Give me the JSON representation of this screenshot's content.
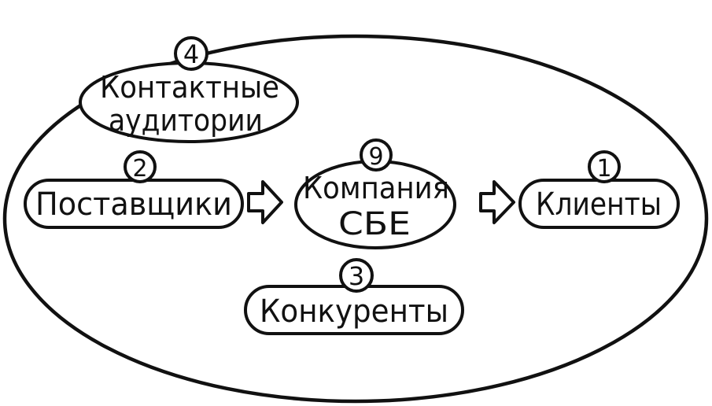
{
  "colors": {
    "ink": "#111111",
    "paper": "#ffffff"
  },
  "nodes": {
    "contact": {
      "number": "4",
      "line1": "Контактные",
      "line2": "аудитории"
    },
    "suppliers": {
      "number": "2",
      "label": "Поставщики"
    },
    "company": {
      "number": "9",
      "line1": "Компания",
      "line2": "СБЕ"
    },
    "clients": {
      "number": "1",
      "label": "Клиенты"
    },
    "competitors": {
      "number": "3",
      "label": "Конкуренты"
    }
  },
  "edges": [
    {
      "from": "suppliers",
      "to": "company",
      "icon": "hollow-arrow-right-icon"
    },
    {
      "from": "company",
      "to": "clients",
      "icon": "hollow-arrow-right-icon"
    }
  ]
}
